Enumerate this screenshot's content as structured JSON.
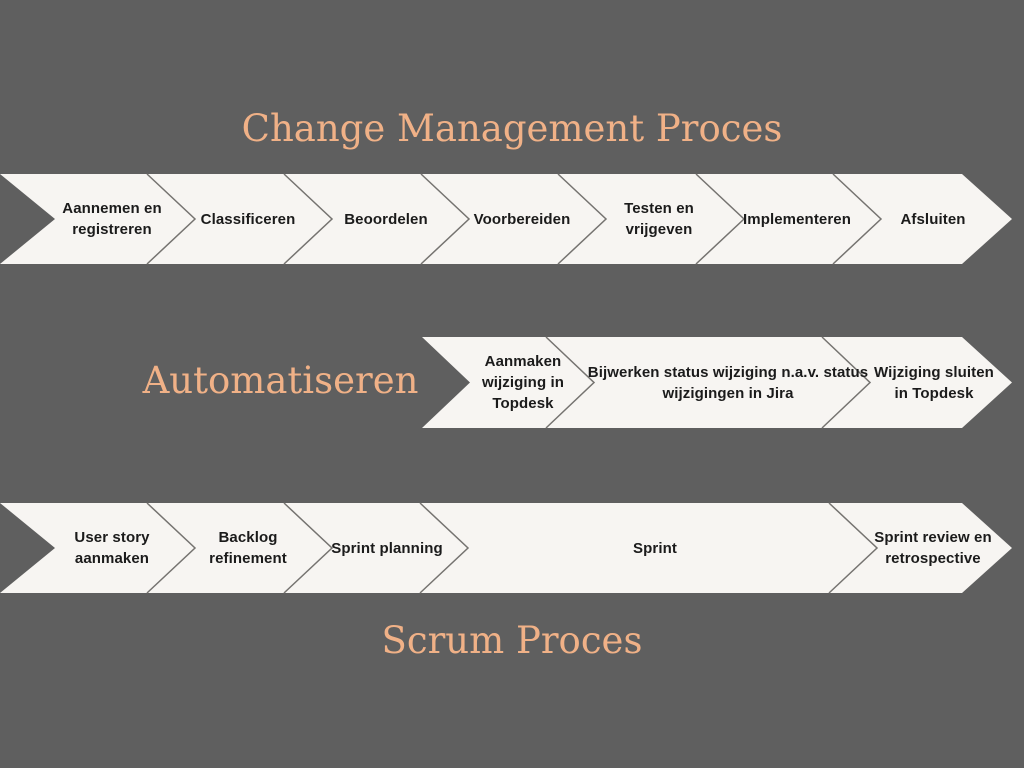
{
  "colors": {
    "background": "#5f5f5f",
    "band_fill": "#f7f5f2",
    "divider_stroke": "#757370",
    "title_text": "#f0b187",
    "step_text": "#1b1b1b"
  },
  "titles": {
    "change_management": "Change Management Proces",
    "automatiseren": "Automatiseren",
    "scrum": "Scrum Proces"
  },
  "rows": {
    "change_management": {
      "name": "Change Management Proces",
      "steps": [
        {
          "label": "Aannemen en\nregistreren"
        },
        {
          "label": "Classificeren"
        },
        {
          "label": "Beoordelen"
        },
        {
          "label": "Voorbereiden"
        },
        {
          "label": "Testen en\nvrijgeven"
        },
        {
          "label": "Implementeren"
        },
        {
          "label": "Afsluiten"
        }
      ]
    },
    "automatiseren": {
      "name": "Automatiseren",
      "steps": [
        {
          "label": "Aanmaken\nwijziging in\nTopdesk"
        },
        {
          "label": "Bijwerken status wijziging n.a.v. status\nwijzigingen in Jira"
        },
        {
          "label": "Wijziging sluiten\nin Topdesk"
        }
      ]
    },
    "scrum": {
      "name": "Scrum Proces",
      "steps": [
        {
          "label": "User story\naanmaken"
        },
        {
          "label": "Backlog\nrefinement"
        },
        {
          "label": "Sprint planning"
        },
        {
          "label": "Sprint"
        },
        {
          "label": "Sprint review en\nretrospective"
        }
      ]
    }
  }
}
